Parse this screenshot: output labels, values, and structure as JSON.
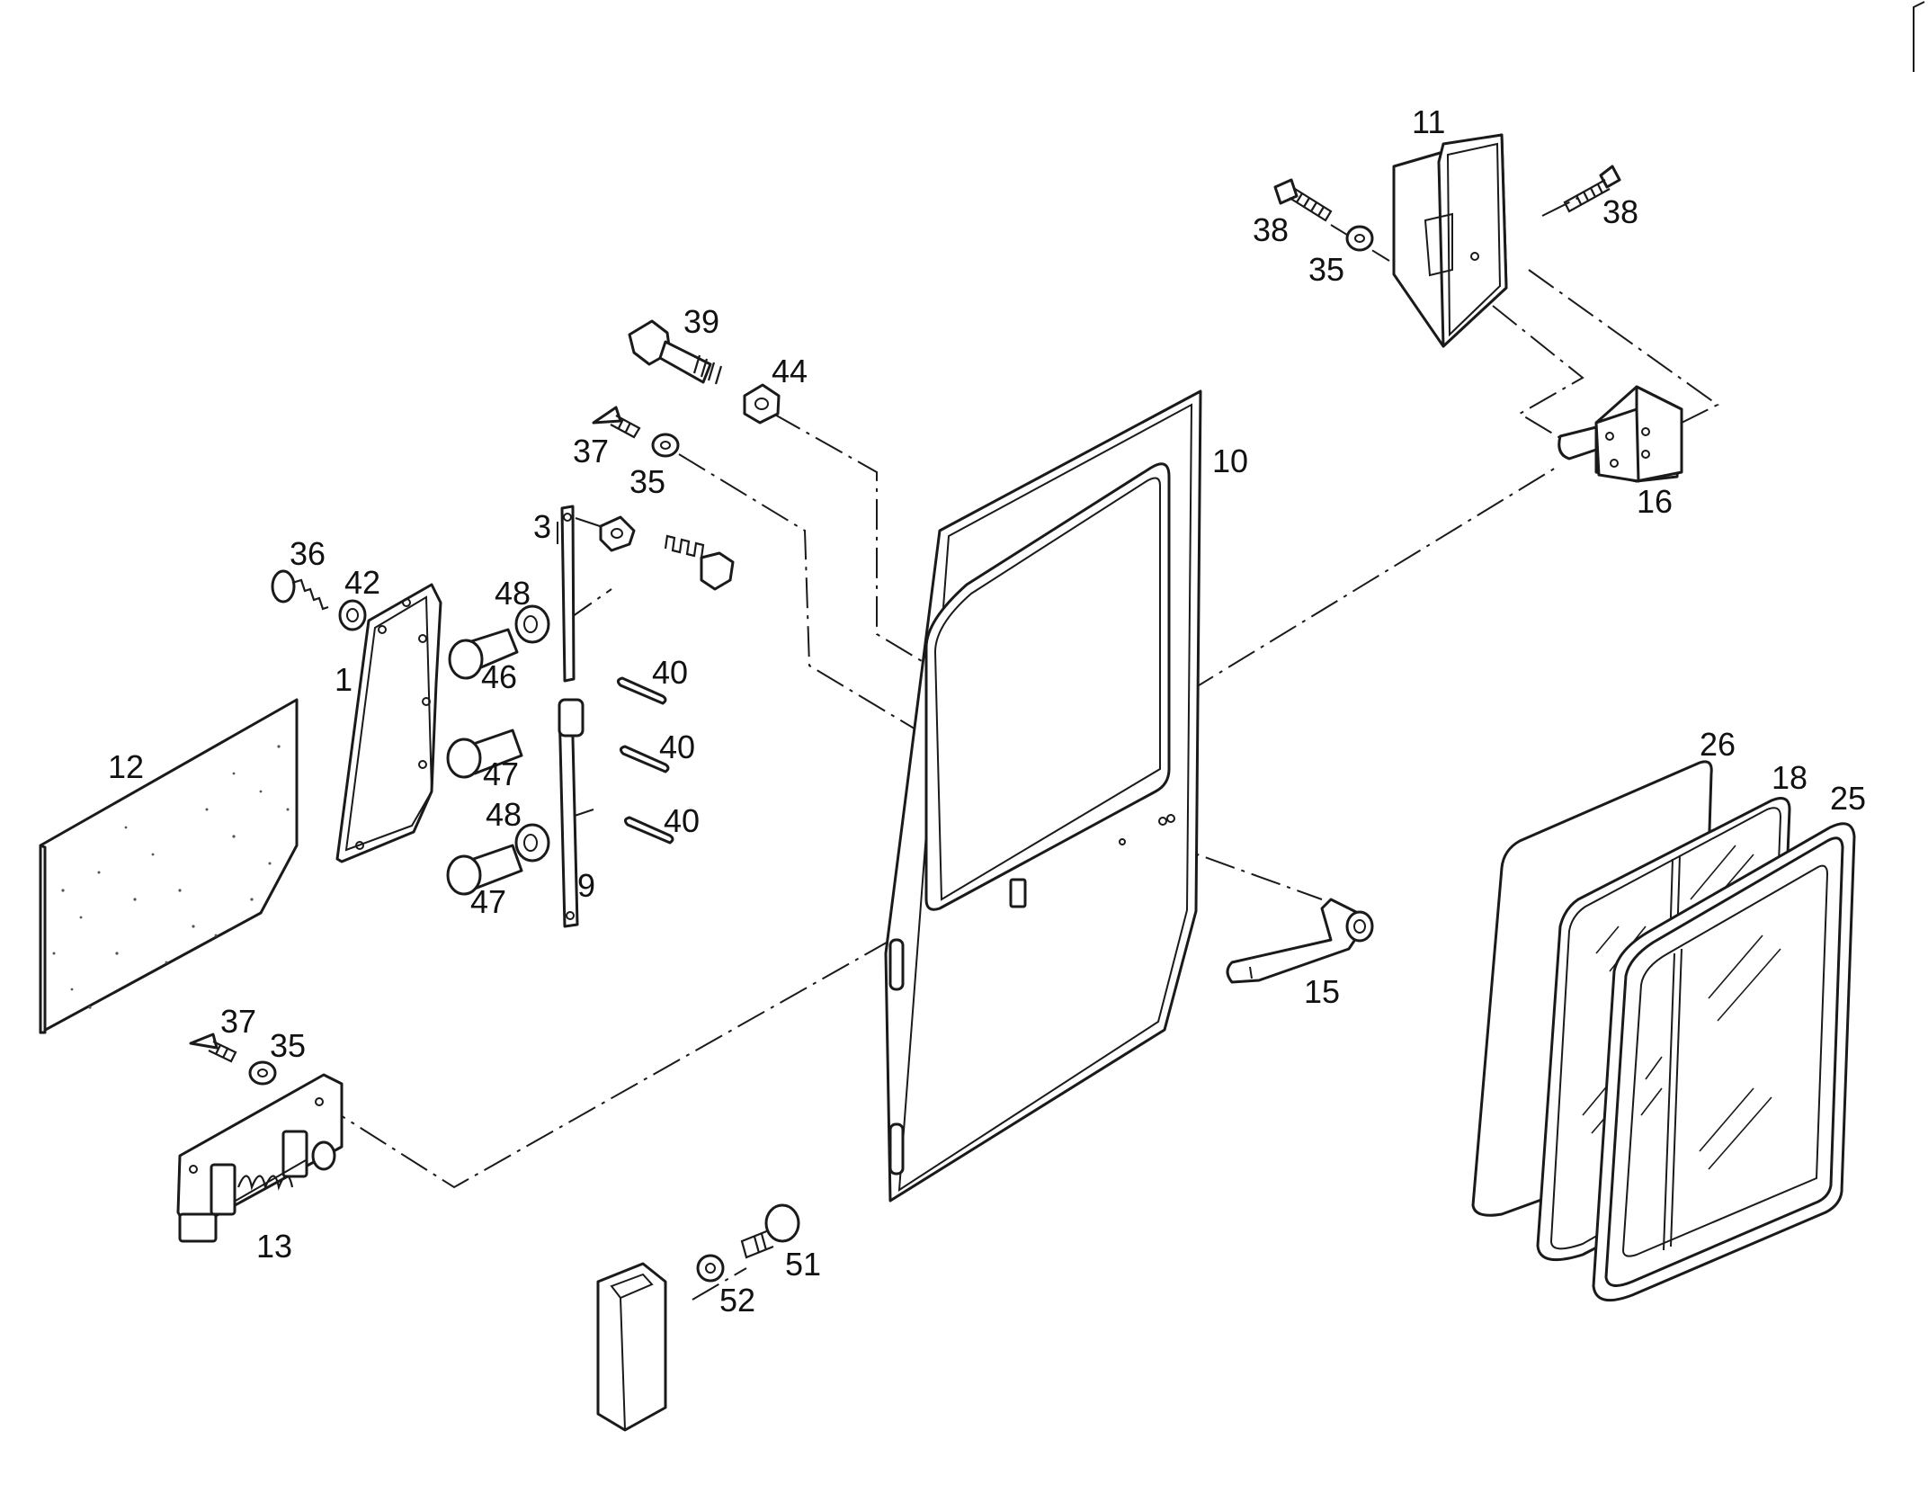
{
  "diagram": {
    "callouts": {
      "p1": "1",
      "p3": "3",
      "p9": "9",
      "p10": "10",
      "p11": "11",
      "p12": "12",
      "p13": "13",
      "p15": "15",
      "p16": "16",
      "p18": "18",
      "p25": "25",
      "p26": "26",
      "p35a": "35",
      "p35b": "35",
      "p35c": "35",
      "p36": "36",
      "p37a": "37",
      "p37b": "37",
      "p38a": "38",
      "p38b": "38",
      "p39": "39",
      "p40a": "40",
      "p40b": "40",
      "p40c": "40",
      "p42": "42",
      "p44": "44",
      "p46": "46",
      "p47a": "47",
      "p47b": "47",
      "p48a": "48",
      "p48b": "48",
      "p51": "51",
      "p52": "52"
    }
  }
}
